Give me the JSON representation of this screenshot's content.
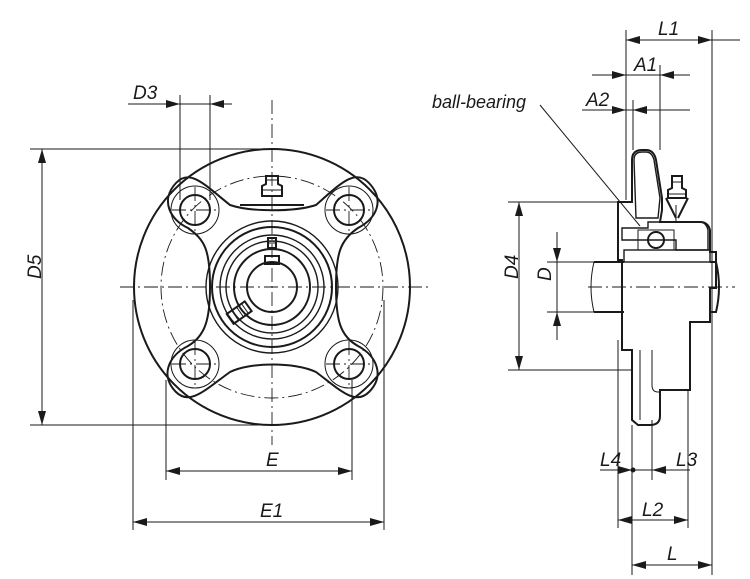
{
  "labels": {
    "d3": "D3",
    "d5": "D5",
    "e": "E",
    "e1": "E1",
    "ball_bearing": "ball-bearing",
    "l1": "L1",
    "a1": "A1",
    "a2": "A2",
    "d4": "D4",
    "d": "D",
    "l4": "L4",
    "l3": "L3",
    "l2": "L2",
    "l": "L"
  }
}
